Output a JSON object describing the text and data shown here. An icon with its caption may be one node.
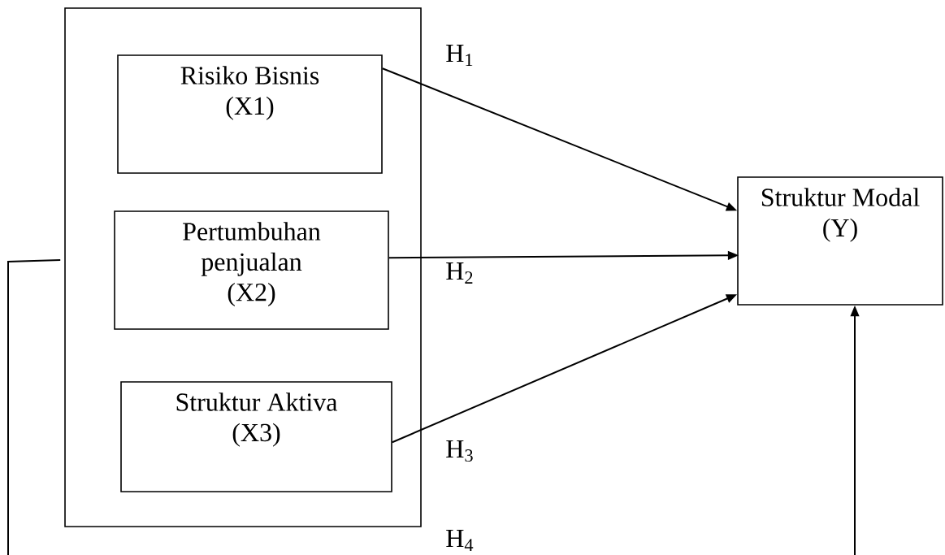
{
  "diagram": {
    "nodes": [
      {
        "text": [],
        "shape": "box"
      },
      {
        "text": [
          "Risiko Bisnis (X1)"
        ],
        "in": 0
      },
      {
        "text": [
          "Pertumbuhan penjualan (X2)"
        ],
        "in": 0
      },
      {
        "text": [
          "Struktur Aktiva (X3)"
        ],
        "in": 0
      },
      {
        "text": [
          "Struktur Modal (Y)"
        ]
      }
    ],
    "edges": [
      {
        "from": 1,
        "to": 4,
        "arrow": "to"
      },
      {
        "from": 2,
        "to": 4,
        "arrow": "to"
      },
      {
        "from": 3,
        "to": 4,
        "arrow": "to"
      },
      {
        "from": 0,
        "to": 4,
        "arrow": "to"
      }
    ],
    "labels": [
      "H$_{1}$",
      "H$_{2}$",
      "H$_{3}$",
      "H$_{4}$"
    ]
  }
}
